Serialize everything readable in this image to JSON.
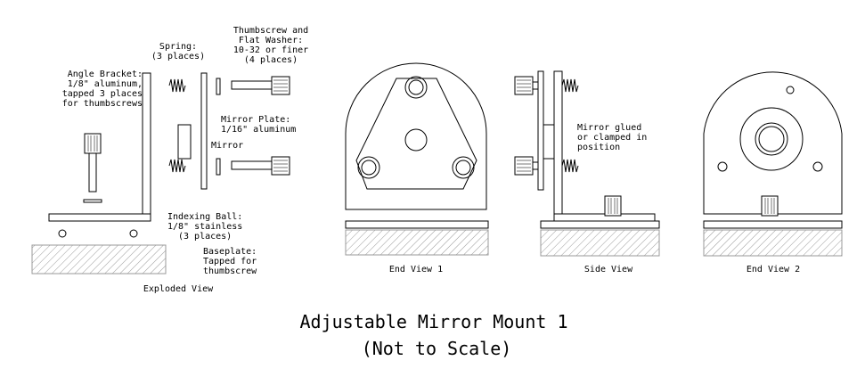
{
  "title": "Adjustable Mirror Mount 1",
  "subtitle": "(Not to Scale)",
  "labels": {
    "angle_bracket": [
      "Angle Bracket:",
      "1/8\" aluminum,",
      "tapped 3 places",
      "for thumbscrews"
    ],
    "spring": [
      "Spring:",
      "(3 places)"
    ],
    "thumbscrew": [
      "Thumbscrew and",
      "Flat Washer:",
      "10-32 or finer",
      "(4 places)"
    ],
    "mirror_plate": [
      "Mirror Plate:",
      "1/16\" aluminum"
    ],
    "mirror": "Mirror",
    "indexing_ball": [
      "Indexing Ball:",
      "1/8\" stainless",
      "(3 places)"
    ],
    "baseplate": [
      "Baseplate:",
      "Tapped for",
      "thumbscrew"
    ],
    "mirror_glued": [
      "Mirror glued",
      "or clamped in",
      "position"
    ]
  },
  "views": {
    "exploded": "Exploded View",
    "end1": "End View 1",
    "side": "Side View",
    "end2": "End View 2"
  }
}
